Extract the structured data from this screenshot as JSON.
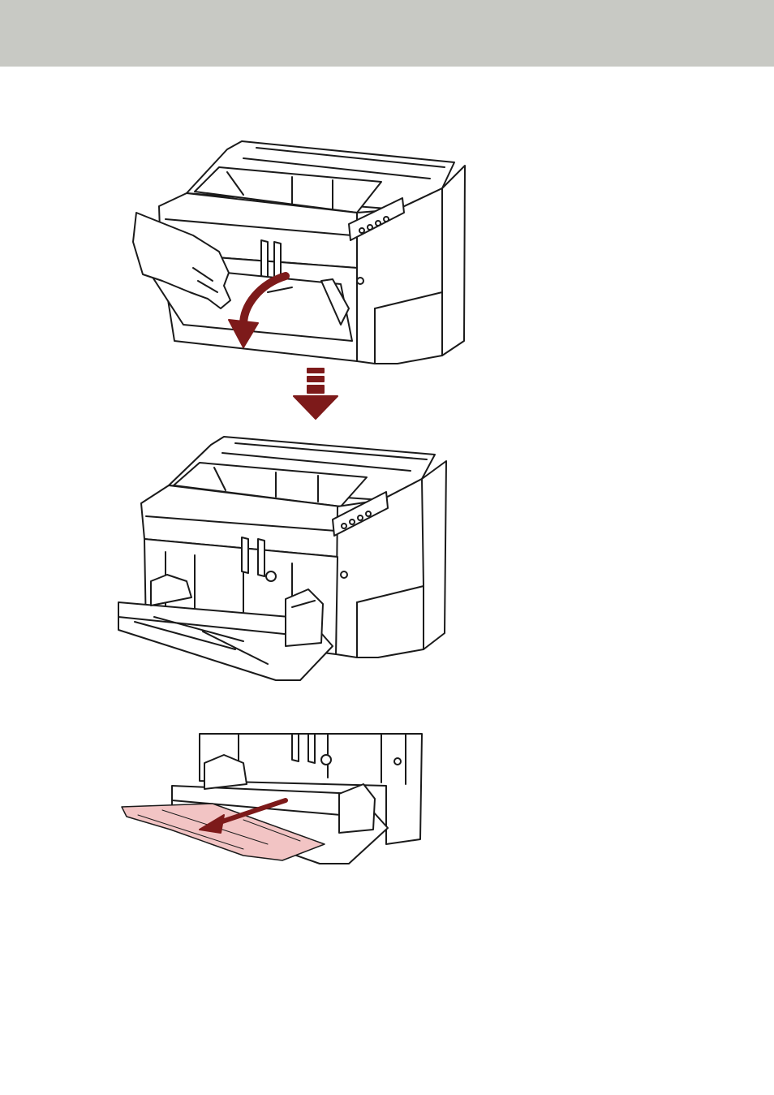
{
  "header": {
    "background_color": "#c8c9c4"
  },
  "figures": [
    {
      "name": "scanner-opening-chute",
      "arrow_color": "#7d1a1a"
    },
    {
      "name": "direction-arrow-down",
      "arrow_color": "#7d1a1a"
    },
    {
      "name": "scanner-chute-open",
      "arrow_color": ""
    },
    {
      "name": "chute-extension-pulled",
      "extension_color": "#f2c4c4",
      "arrow_color": "#7d1a1a"
    }
  ],
  "colors": {
    "line_art": "#1a1a1a",
    "accent_arrow": "#7d1a1a",
    "extension_highlight": "#f2c4c4"
  }
}
